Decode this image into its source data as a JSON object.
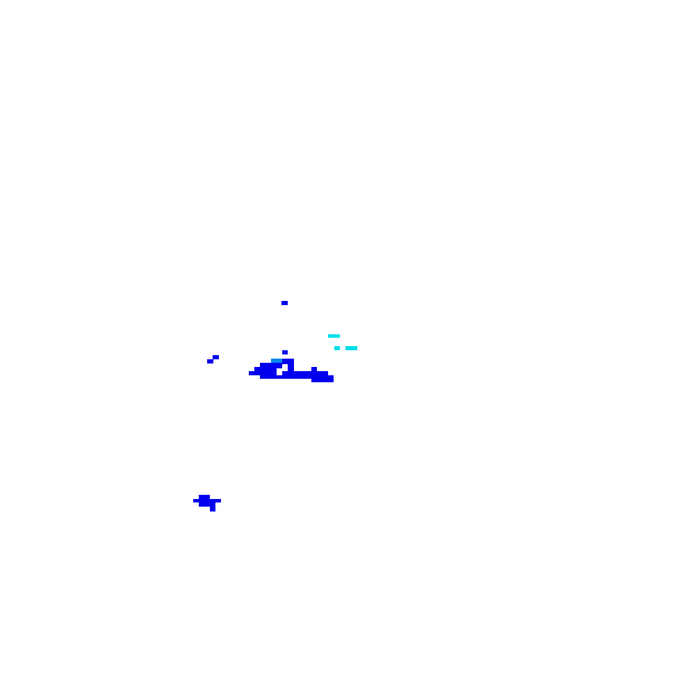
{
  "colors": {
    "background": "#ffffff",
    "primary": "#0000ee",
    "secondary": "#00e0e8",
    "mid": "#0088ee"
  },
  "blobs": [
    {
      "name": "upper-speck",
      "tone": "primary"
    },
    {
      "name": "left-speck",
      "tone": "primary"
    },
    {
      "name": "central-cluster",
      "tone": "primary"
    },
    {
      "name": "cluster-accent",
      "tone": "mid"
    },
    {
      "name": "right-cyan-specks",
      "tone": "secondary"
    },
    {
      "name": "lower-left-cluster",
      "tone": "primary"
    }
  ]
}
